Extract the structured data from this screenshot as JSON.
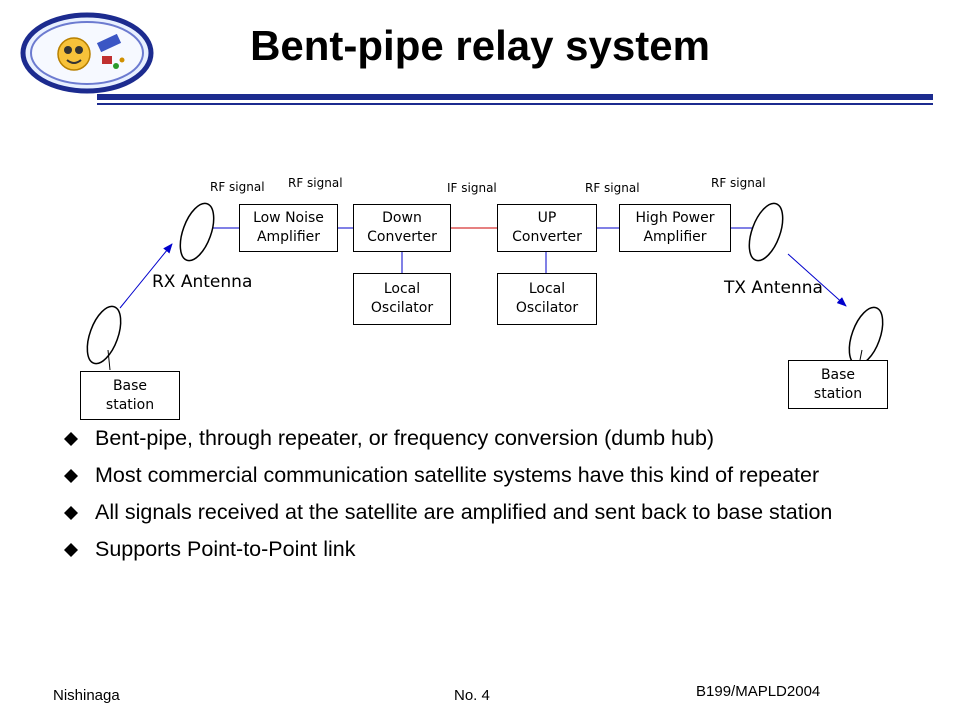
{
  "title": "Bent-pipe relay system",
  "logo": {
    "icon": "satellite-mission-logo-icon"
  },
  "diagram": {
    "blocks": {
      "lna": "Low Noise\nAmplifier",
      "down": "Down\nConverter",
      "up": "UP\nConverter",
      "hpa": "High Power\nAmplifier",
      "lo1": "Local\nOscilator",
      "lo2": "Local\nOscilator",
      "base_left": "Base\nstation",
      "base_right": "Base\nstation"
    },
    "signals": {
      "rf1": "RF signal",
      "rf2": "RF signal",
      "if": "IF signal",
      "rf3": "RF signal",
      "rf4": "RF signal"
    },
    "antennas": {
      "rx": "RX Antenna",
      "tx": "TX Antenna"
    },
    "colors": {
      "link": "#0000cc",
      "if_line": "#cc0000",
      "box_line": "#000000"
    }
  },
  "bullets": [
    "Bent-pipe, through repeater, or frequency conversion (dumb hub)",
    "Most commercial communication satellite systems have this kind of repeater",
    "All signals received at the satellite are amplified and sent back to base station",
    "Supports Point-to-Point link"
  ],
  "footer": {
    "left": "Nishinaga",
    "center": "No. 4",
    "right": "B199/MAPLD2004"
  },
  "colors": {
    "rule": "#1c2b8f",
    "bullet": "#000000"
  }
}
